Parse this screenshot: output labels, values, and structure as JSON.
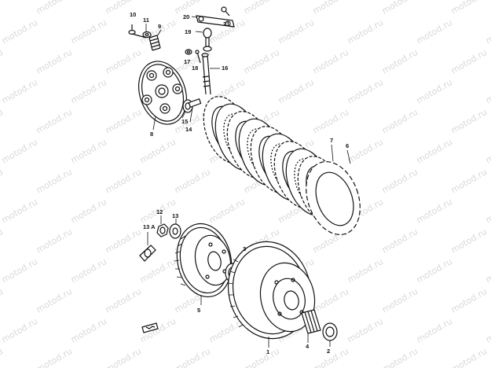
{
  "watermark_text": "motod.ru",
  "callouts": [
    {
      "id": "c1",
      "text": "1"
    },
    {
      "id": "c2",
      "text": "2"
    },
    {
      "id": "c3",
      "text": "3"
    },
    {
      "id": "c4",
      "text": "4"
    },
    {
      "id": "c5",
      "text": "5"
    },
    {
      "id": "c6",
      "text": "6"
    },
    {
      "id": "c7",
      "text": "7"
    },
    {
      "id": "c8",
      "text": "8"
    },
    {
      "id": "c9",
      "text": "9"
    },
    {
      "id": "c10",
      "text": "10"
    },
    {
      "id": "c11",
      "text": "11"
    },
    {
      "id": "c12",
      "text": "12"
    },
    {
      "id": "c13",
      "text": "13"
    },
    {
      "id": "c13a",
      "text": "13 A"
    },
    {
      "id": "c14",
      "text": "14"
    },
    {
      "id": "c15",
      "text": "15"
    },
    {
      "id": "c16",
      "text": "16"
    },
    {
      "id": "c17",
      "text": "17"
    },
    {
      "id": "c18",
      "text": "18"
    },
    {
      "id": "c19",
      "text": "19"
    },
    {
      "id": "c20",
      "text": "20"
    },
    {
      "id": "c21",
      "text": "21"
    }
  ],
  "colors": {
    "line": "#111111",
    "watermark": "#d9d9d9",
    "background": "#ffffff"
  }
}
